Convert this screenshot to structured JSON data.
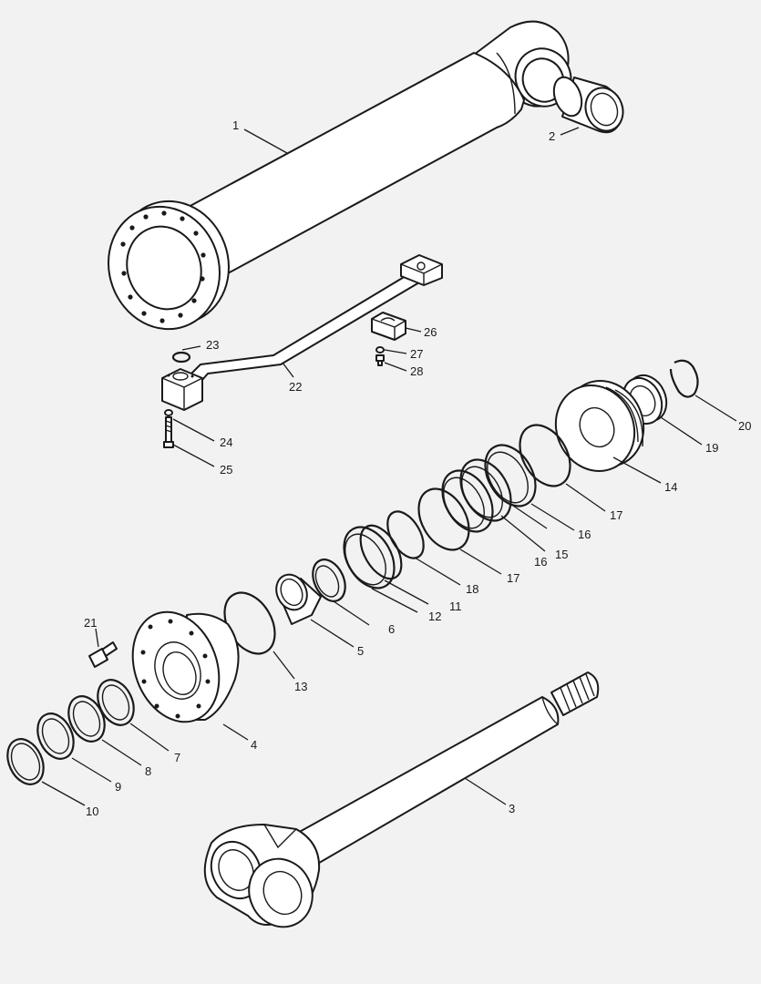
{
  "diagram": {
    "background": "#f2f2f2",
    "stroke": "#1a1a1a",
    "callouts": {
      "c1": "1",
      "c2": "2",
      "c3": "3",
      "c4": "4",
      "c5": "5",
      "c6": "6",
      "c7": "7",
      "c8": "8",
      "c9": "9",
      "c10": "10",
      "c11": "11",
      "c12": "12",
      "c13": "13",
      "c14": "14",
      "c15": "15",
      "c16a": "16",
      "c16b": "16",
      "c17a": "17",
      "c17b": "17",
      "c18": "18",
      "c19": "19",
      "c20": "20",
      "c21": "21",
      "c22": "22",
      "c23": "23",
      "c24": "24",
      "c25": "25",
      "c26": "26",
      "c27": "27",
      "c28": "28"
    }
  }
}
